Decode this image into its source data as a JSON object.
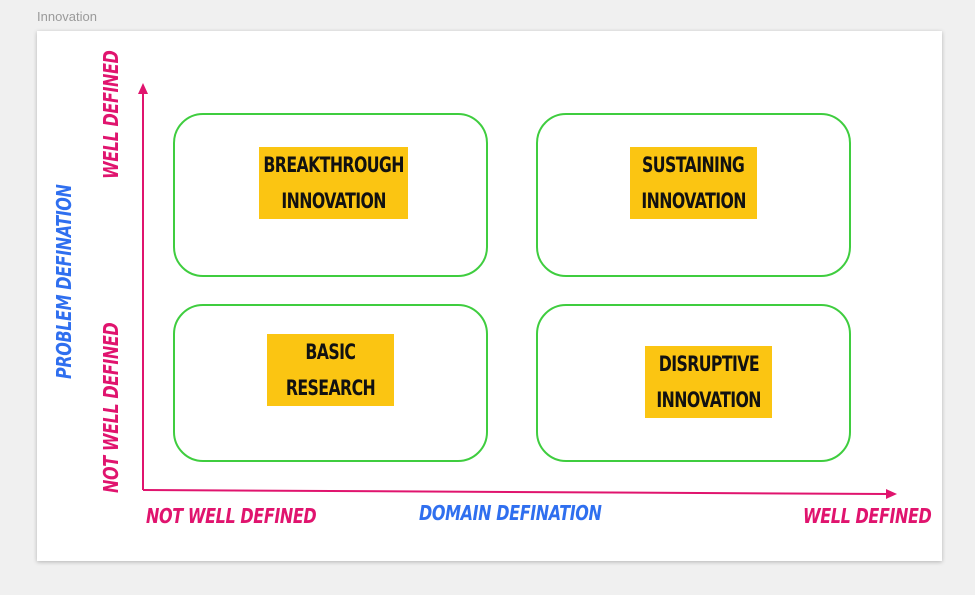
{
  "frame": {
    "title": "Innovation"
  },
  "colors": {
    "axis": "#e0146e",
    "axis_title": "#2f6fef",
    "quadrant_border": "#3fcd3f",
    "sticky_note": "#fbc512",
    "board": "#ffffff",
    "canvas": "#f0f0f0"
  },
  "axes": {
    "x": {
      "title": "DOMAIN DEFINATION",
      "low": "NOT WELL DEFINED",
      "high": "WELL DEFINED"
    },
    "y": {
      "title": "PROBLEM DEFINATION",
      "low": "NOT WELL DEFINED",
      "high": "WELL DEFINED"
    }
  },
  "quadrants": {
    "top_left": {
      "line1": "BREAKTHROUGH",
      "line2": "INNOVATION"
    },
    "top_right": {
      "line1": "SUSTAINING",
      "line2": "INNOVATION"
    },
    "bottom_left": {
      "line1": "BASIC",
      "line2": "RESEARCH"
    },
    "bottom_right": {
      "line1": "DISRUPTIVE",
      "line2": "INNOVATION"
    }
  }
}
